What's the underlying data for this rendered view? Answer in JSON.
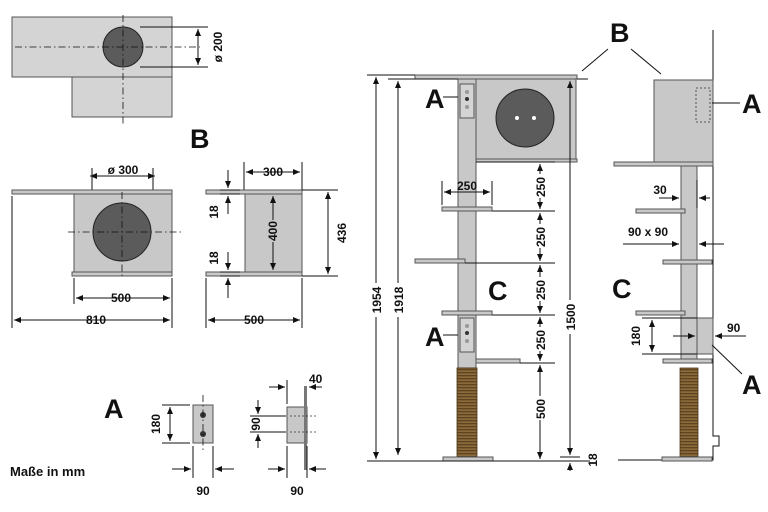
{
  "units_note": "Maße in mm",
  "labels": {
    "A": "A",
    "B": "B",
    "C": "C"
  },
  "top_view": {
    "dia": "ø 200"
  },
  "cuddle_front": {
    "dia": "ø 300",
    "width_top": "500",
    "width_total": "810"
  },
  "cuddle_side": {
    "depth": "300",
    "board1": "18",
    "board2": "18",
    "inner": "400",
    "outer": "436",
    "base": "500"
  },
  "bracket": {
    "h": "180",
    "w1": "90",
    "gap": "90",
    "depth": "40",
    "w2": "90"
  },
  "elevation": {
    "total": "1954",
    "post": "1918",
    "step_w": "250",
    "spacing": [
      "250",
      "250",
      "250",
      "250"
    ],
    "bottom": "500",
    "height_1500": "1500",
    "base_18": "18"
  },
  "side_view": {
    "step": "30",
    "post_section": "90 x 90",
    "bracket_h": "180",
    "bracket_w": "90"
  },
  "colors": {
    "panel": "#c8c8c8",
    "hole": "#5b5b5b",
    "sisal": "#8a6a3a"
  }
}
